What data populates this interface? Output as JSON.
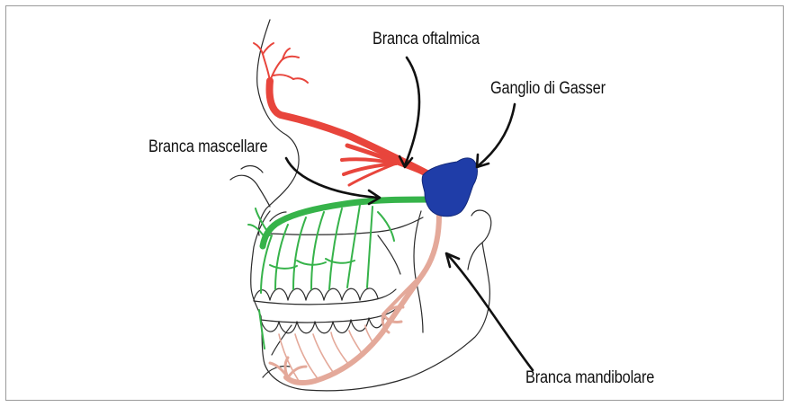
{
  "labels": {
    "ophthalmic": "Branca oftalmica",
    "ganglion": "Ganglio di Gasser",
    "maxillary": "Branca mascellare",
    "mandibular": "Branca mandibolare"
  },
  "colors": {
    "ophthalmic_branch": "#e8453c",
    "ganglion": "#1f3da8",
    "maxillary_branch": "#36b34a",
    "mandibular_branch": "#e4a99a",
    "outline": "#2b2b2b",
    "frame": "#9a9a9a"
  }
}
